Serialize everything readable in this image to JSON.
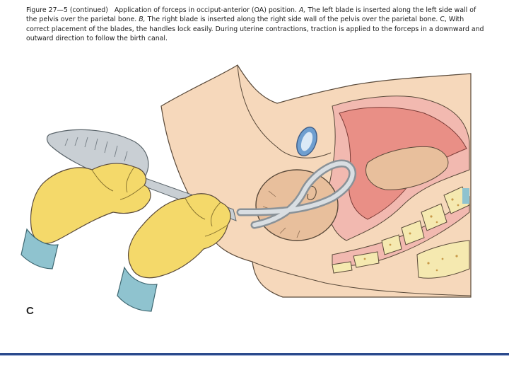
{
  "caption": {
    "figure_label": "Figure 27—5 (continued)",
    "intro": "Application of forceps in occiput-anterior (OA) position.",
    "a_label": "A,",
    "a_text": "The left blade is inserted along the left side wall of the pelvis over the parietal bone.",
    "b_label": "B,",
    "b_text": "The right blade is inserted along the right side wall of the pelvis over the parietal bone.",
    "c_text": "C, With correct placement of the blades, the handles lock easily. During uterine contractions, traction is applied to the forceps in a downward and outward direction to follow the birth canal."
  },
  "figure": {
    "panel_label": "C",
    "colors": {
      "skin": "#f6d8bb",
      "outline": "#5a4a3a",
      "glove": "#f4d96a",
      "cuff": "#8fc3cf",
      "forceps": "#c9cfd4",
      "soft_tissue": "#f2b9b0",
      "uterus": "#e98f86",
      "bone": "#f5e9b0",
      "bladder": "#6f9fd0",
      "fetal_head": "#e8bf9c"
    }
  },
  "footer": {
    "rule_color": "#2b4a8c"
  }
}
